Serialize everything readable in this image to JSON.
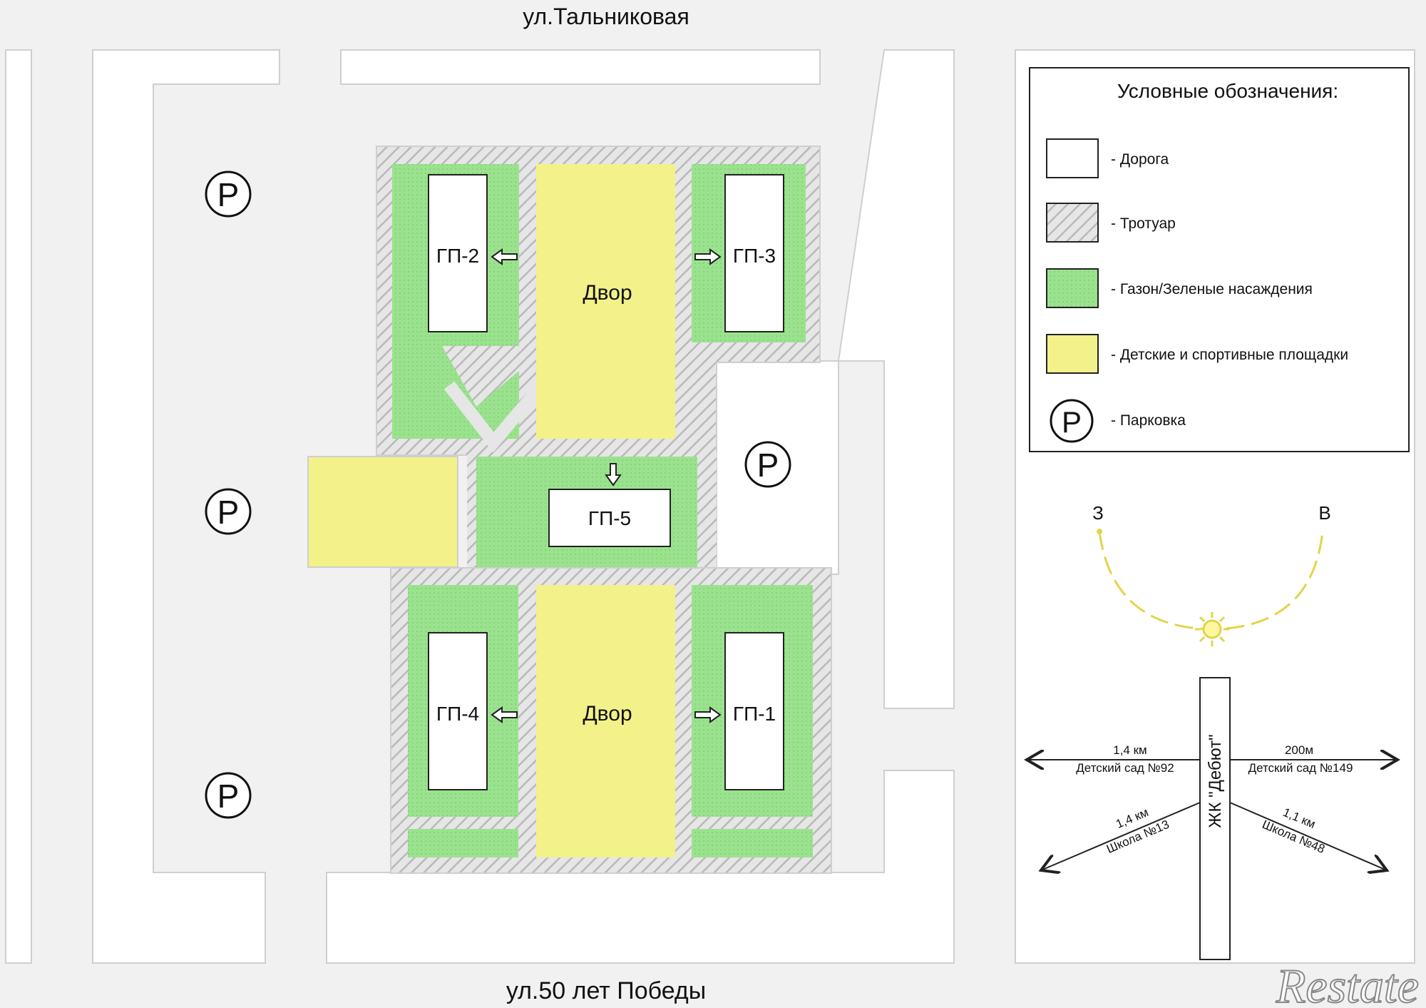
{
  "streets": {
    "north": "ул.Тальниковая",
    "south": "ул.50 лет Победы"
  },
  "buildings": {
    "gp1": "ГП-1",
    "gp2": "ГП-2",
    "gp3": "ГП-3",
    "gp4": "ГП-4",
    "gp5": "ГП-5"
  },
  "yards": {
    "north": "Двор",
    "south": "Двор"
  },
  "parking_symbol": "P",
  "legend": {
    "title": "Условные обозначения:",
    "items": [
      {
        "label": "- Дорога",
        "color": "#ffffff"
      },
      {
        "label": "- Тротуар",
        "color": "#d8d8d8"
      },
      {
        "label": "- Газон/Зеленые насаждения",
        "color": "#9be28f"
      },
      {
        "label": "- Детские и спортивные площадки",
        "color": "#f3f18a"
      },
      {
        "label": "- Парковка",
        "color": "#ffffff"
      }
    ]
  },
  "compass": {
    "west": "З",
    "east": "В"
  },
  "distances": {
    "center": "ЖК \"Дебют\"",
    "left_top": "1,4 км",
    "left_bottom": "Детский сад №92",
    "right_top": "200м",
    "right_bottom": "Детский сад №149",
    "sw_top": "1,4 км",
    "sw_bottom": "Школа №13",
    "se_top": "1,1 км",
    "se_bottom": "Школа №48"
  },
  "watermark": "Restate",
  "colors": {
    "road": "#ffffff",
    "ground": "#f1f1f1",
    "green": "#9be28f",
    "yellow": "#f3f18a",
    "outline": "#222222"
  }
}
